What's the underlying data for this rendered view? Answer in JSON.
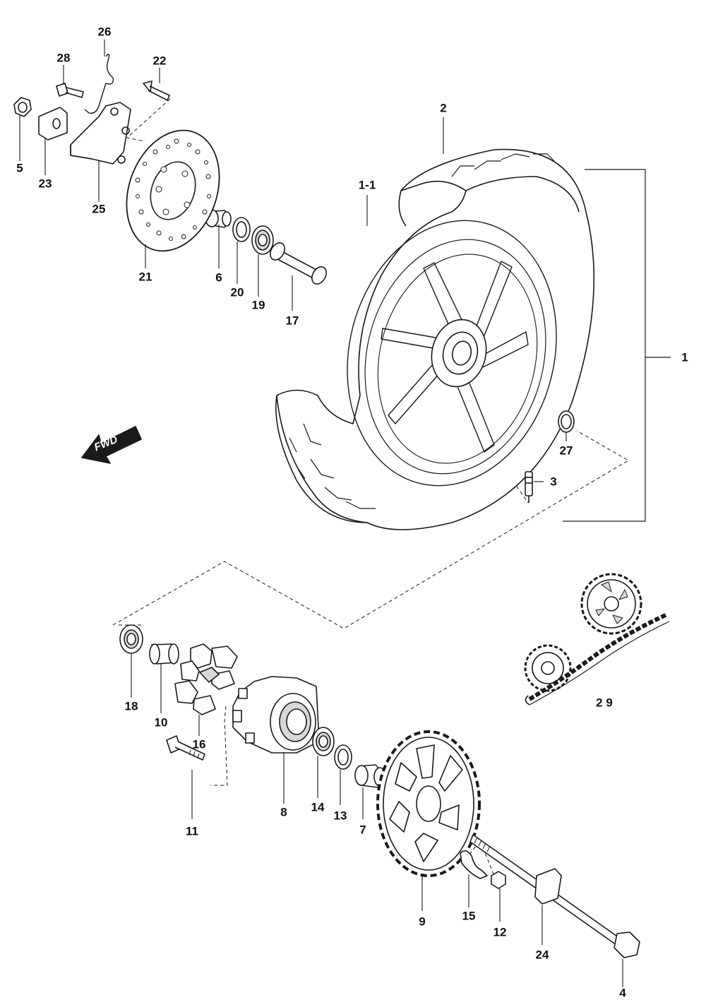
{
  "forward_marker": "FWD",
  "callouts": {
    "c1": "1",
    "c1_1": "1-1",
    "c2": "2",
    "c3": "3",
    "c4": "4",
    "c5": "5",
    "c6": "6",
    "c7": "7",
    "c8": "8",
    "c9": "9",
    "c10": "10",
    "c11": "11",
    "c12": "12",
    "c13": "13",
    "c14": "14",
    "c15": "15",
    "c16": "16",
    "c17": "17",
    "c18": "18",
    "c19": "19",
    "c20": "20",
    "c21": "21",
    "c22": "22",
    "c23": "23",
    "c24": "24",
    "c25": "25",
    "c26": "26",
    "c27": "27",
    "c28": "28",
    "c29": "2 9"
  },
  "colors": {
    "line": "#1a1a1a",
    "fill": "#ffffff",
    "shade": "#d8d8d8"
  }
}
